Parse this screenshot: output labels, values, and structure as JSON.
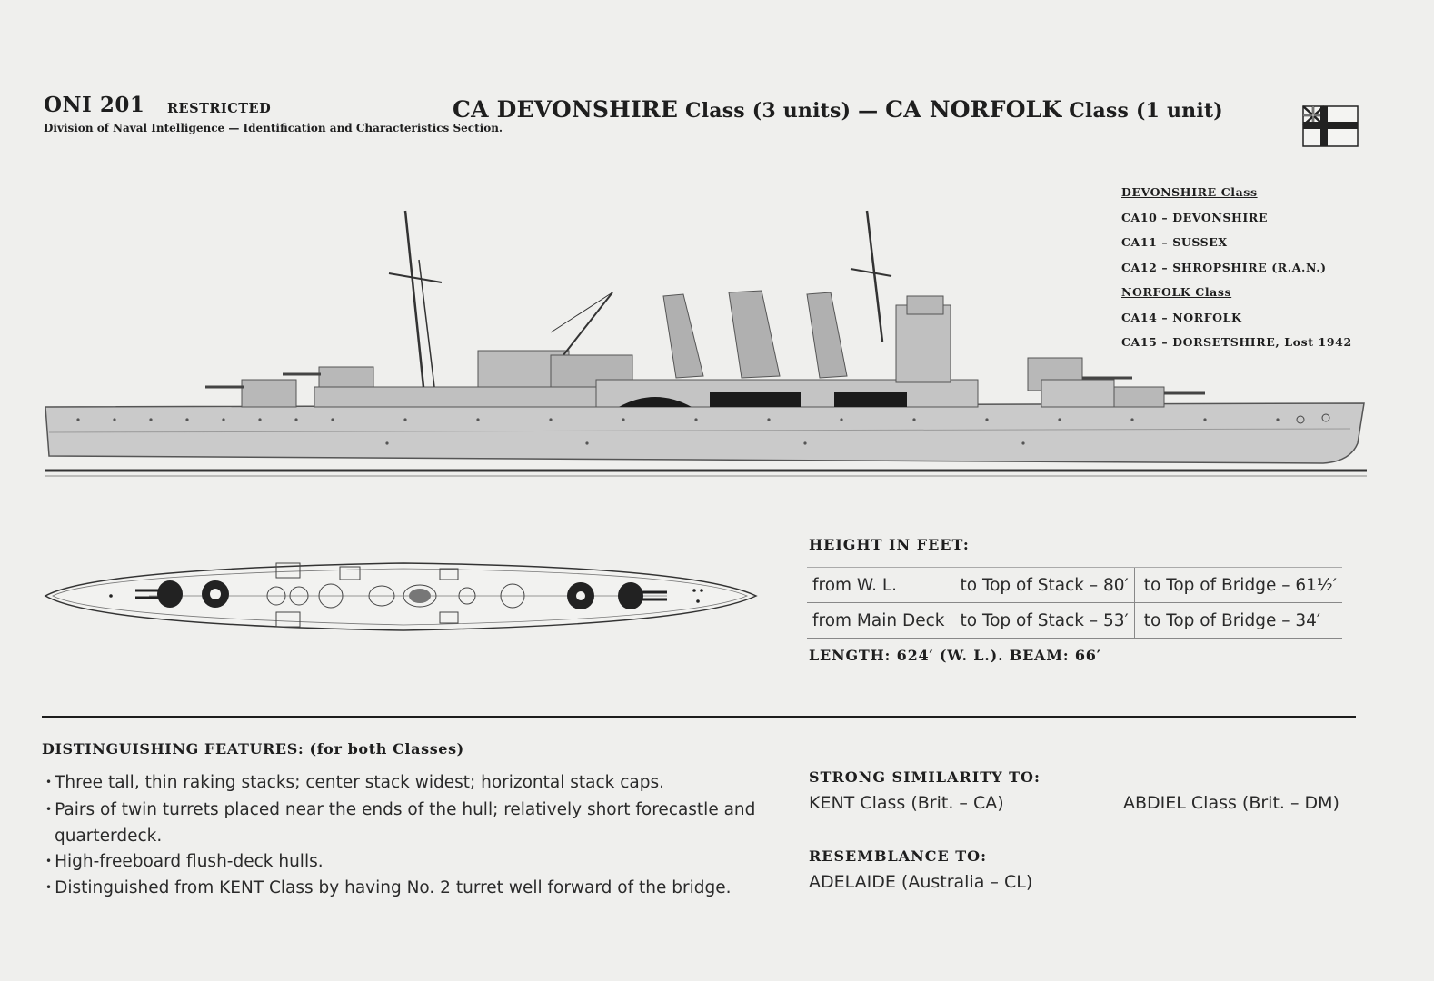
{
  "header": {
    "code": "ONI 201",
    "restricted": "RESTRICTED",
    "division": "Division of Naval Intelligence — Identification and Characteristics Section.",
    "title_a": "CA DEVONSHIRE",
    "title_b": " Class (3 units) — ",
    "title_c": "CA NORFOLK",
    "title_d": " Class (1 unit)"
  },
  "ship_list": {
    "devonshire_class": "DEVONSHIRE Class",
    "devonshire_ships": [
      "CA10 – DEVONSHIRE",
      "CA11 – SUSSEX",
      "CA12 – SHROPSHIRE (R.A.N.)"
    ],
    "norfolk_class": "NORFOLK Class",
    "norfolk_ships": [
      "CA14 – NORFOLK",
      "CA15 – DORSETSHIRE, Lost 1942"
    ]
  },
  "height": {
    "title": "HEIGHT IN FEET:",
    "rows": [
      {
        "from": "from W. L.",
        "stack": "to Top of Stack – 80′",
        "bridge": "to Top of Bridge – 61½′"
      },
      {
        "from": "from Main Deck",
        "stack": "to Top of Stack – 53′",
        "bridge": "to Top of Bridge – 34′"
      }
    ]
  },
  "dimensions": "LENGTH: 624′ (W. L.).   BEAM: 66′",
  "features": {
    "title": "DISTINGUISHING FEATURES: (for both Classes)",
    "items": [
      "Three tall, thin raking stacks; center stack widest; horizontal stack caps.",
      "Pairs of twin turrets placed near the ends of the hull; relatively short forecastle and quarterdeck.",
      "High-freeboard flush-deck hulls.",
      "Distinguished from KENT Class by having No. 2 turret well forward of the bridge."
    ]
  },
  "similarity": {
    "title": "STRONG SIMILARITY TO:",
    "items": [
      "KENT Class (Brit. – CA)",
      "ABDIEL Class (Brit. – DM)"
    ]
  },
  "resemblance": {
    "title": "RESEMBLANCE TO:",
    "items": [
      "ADELAIDE (Australia – CL)"
    ]
  }
}
